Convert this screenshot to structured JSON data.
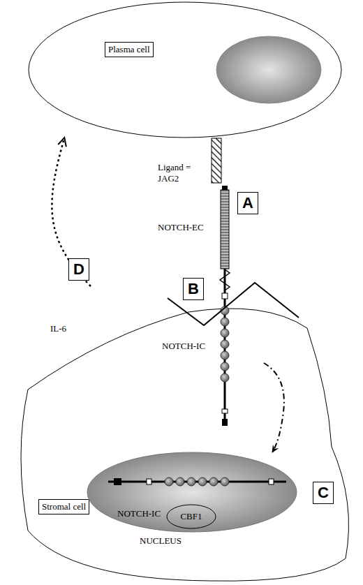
{
  "diagram": {
    "nodes": [
      {
        "text": [
          "Plasma cell"
        ]
      },
      {
        "text": [
          "Stromal cell"
        ]
      },
      {
        "text": [
          "NOTCH-IC",
          "NUCLEUS"
        ],
        "in": 1
      },
      {
        "text": [
          "CBF1"
        ],
        "in": 2
      }
    ],
    "edges": [
      {
        "from": 1,
        "to": 0,
        "arrow": "to",
        "label": "IL-6"
      }
    ],
    "labels": [
      "Ligand = JAG2",
      "NOTCH-EC",
      "NOTCH-IC",
      "A",
      "B",
      "C",
      "D"
    ]
  }
}
